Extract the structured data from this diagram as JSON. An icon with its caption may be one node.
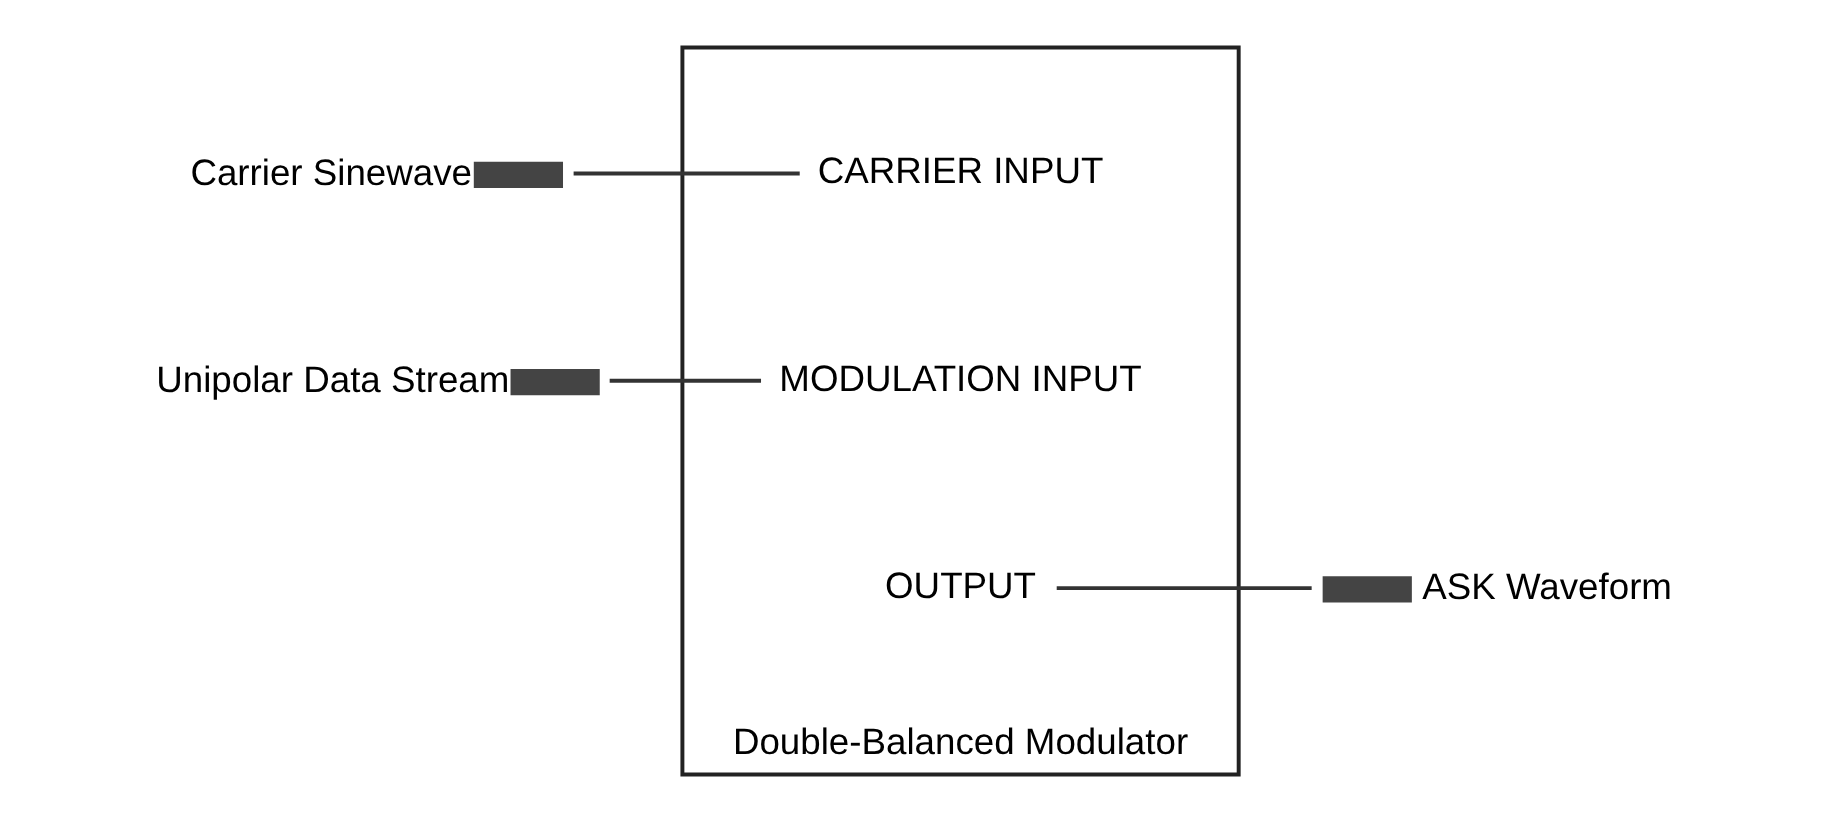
{
  "diagram": {
    "nodes": [
      {
        "text": [
          "Double-Balanced Modulator"
        ]
      },
      {
        "text": [
          "CARRIER INPUT"
        ],
        "in": 0
      },
      {
        "text": [
          "MODULATION INPUT"
        ],
        "in": 0
      },
      {
        "text": [
          "OUTPUT"
        ],
        "in": 0
      },
      {
        "text": [],
        "shape": "bar",
        "beside": [
          "Carrier Sinewave"
        ]
      },
      {
        "text": [],
        "shape": "bar",
        "beside": [
          "Unipolar Data Stream"
        ]
      },
      {
        "text": [],
        "shape": "bar",
        "beside": [
          "ASK Waveform"
        ]
      }
    ],
    "edges": [
      {
        "from": 4,
        "to": 1,
        "arrow": "none"
      },
      {
        "from": 5,
        "to": 2,
        "arrow": "none"
      },
      {
        "from": 3,
        "to": 6,
        "arrow": "none"
      }
    ]
  }
}
